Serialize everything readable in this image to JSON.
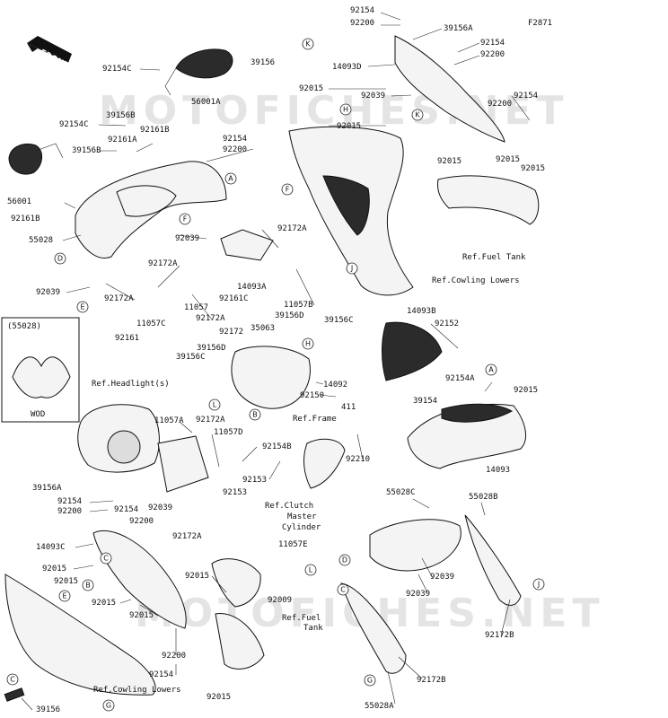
{
  "figure_id": "F2871",
  "front_label": "FRONT",
  "watermarks": [
    "MOTOFICHES.NET",
    "MOTOFICHES.NET"
  ],
  "inset": {
    "title": "(55028)",
    "caption": "WOD"
  },
  "refs": {
    "fuel_tank_1": "Ref.Fuel Tank",
    "cowling_lowers_1": "Ref.Cowling Lowers",
    "headlight": "Ref.Headlight(s)",
    "frame": "Ref.Frame",
    "clutch_1": "Ref.Clutch",
    "clutch_2": "Master",
    "clutch_3": "Cylinder",
    "fuel_tank_2a": "Ref.Fuel",
    "fuel_tank_2b": "Tank",
    "cowling_lowers_2": "Ref.Cowling Lowers"
  },
  "part_labels": [
    "92154",
    "92200",
    "39156A",
    "92154",
    "92200",
    "39156",
    "14093D",
    "92015",
    "92039",
    "92154",
    "92200",
    "92015",
    "92015",
    "92015",
    "92015",
    "92154C",
    "56001A",
    "92154C",
    "39156B",
    "92161B",
    "92154",
    "92200",
    "56001",
    "92161A",
    "39156B",
    "92161B",
    "55028",
    "92039",
    "92172A",
    "92039",
    "92172A",
    "92161",
    "11057C",
    "11057",
    "92172A",
    "92161C",
    "14093A",
    "92172A",
    "11057B",
    "39156D",
    "92172",
    "35063",
    "39156C",
    "14093B",
    "92152",
    "92154A",
    "92015",
    "14092",
    "92150",
    "411",
    "92210",
    "39156D",
    "39156C",
    "92172A",
    "11057A",
    "11057D",
    "92154B",
    "92153",
    "92153",
    "39154",
    "14093",
    "39156A",
    "92154",
    "92200",
    "92154",
    "92200",
    "14093C",
    "92039",
    "92172A",
    "92015",
    "92015",
    "92015",
    "92015",
    "92015",
    "92200",
    "92154",
    "55028C",
    "55028B",
    "11057E",
    "92039",
    "92039",
    "92009",
    "92172B",
    "92172B",
    "55028A",
    "39156",
    "92015"
  ],
  "callouts": [
    "K",
    "H",
    "K",
    "F",
    "A",
    "F",
    "D",
    "E",
    "B",
    "H",
    "J",
    "L",
    "A",
    "C",
    "E",
    "B",
    "C",
    "D",
    "L",
    "J",
    "G",
    "G",
    "C"
  ]
}
